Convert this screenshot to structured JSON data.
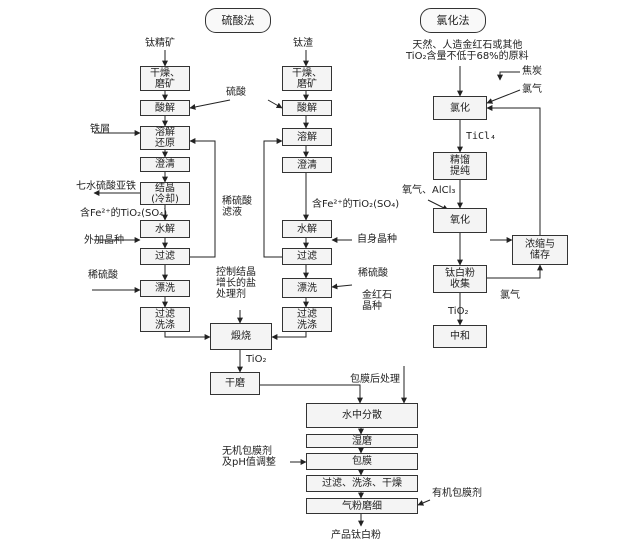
{
  "sulfate": {
    "title": "硫酸法",
    "ore_label": "钛精矿",
    "slag_label": "钛渣",
    "dry_grind": "干燥、\n磨矿",
    "acid": "硫酸",
    "acid_leach": "酸解",
    "dissolve_reduce": "溶解\n还原",
    "dissolve": "溶解",
    "iron_scrap": "铁屑",
    "clarify": "澄清",
    "crystallize": "结晶\n(冷却)",
    "ferrous_sulfate": "七水硫酸亚铁",
    "fe_tio_solution": "含Fe²⁺的TiO₂(SO₄)",
    "hydrolysis": "水解",
    "extra_seed": "外加晶种",
    "self_seed": "自身晶种",
    "filter": "过滤",
    "dilute_acid": "稀硫酸",
    "bleach": "漂洗",
    "wash": "过滤\n洗涤",
    "dilute_filtrate": "稀硫酸\n滤液",
    "salt_agent": "控制结晶\n增长的盐\n处理剂",
    "dilute_acid2": "稀硫酸",
    "rutile_seed": "金红石\n晶种",
    "calcine": "煅烧",
    "tio2": "TiO₂",
    "dry_mill": "干磨"
  },
  "chloride": {
    "title": "氯化法",
    "raw_material": "天然、人造金红石或其他\nTiO₂含量不低于68%的原料",
    "coke": "焦炭",
    "chlorine": "氯气",
    "chlorinate": "氯化",
    "ticl4": "TiCl₄",
    "distill": "精馏\n提纯",
    "oxygen_alcl3": "氧气、AlCl₃",
    "oxidize": "氧化",
    "powder_collect": "钛白粉\n收集",
    "concentrate_store": "浓缩与\n储存",
    "chlorine2": "氯气",
    "tio2": "TiO₂",
    "neutralize": "中和"
  },
  "post": {
    "coating_label": "包膜后处理",
    "water_disperse": "水中分散",
    "wet_mill": "湿磨",
    "coating": "包膜",
    "inorganic_agent": "无机包膜剂\n及pH值调整",
    "filter_wash_dry": "过滤、洗涤、干燥",
    "organic_agent": "有机包膜剂",
    "jet_mill": "气粉磨细",
    "product": "产品钛白粉"
  }
}
